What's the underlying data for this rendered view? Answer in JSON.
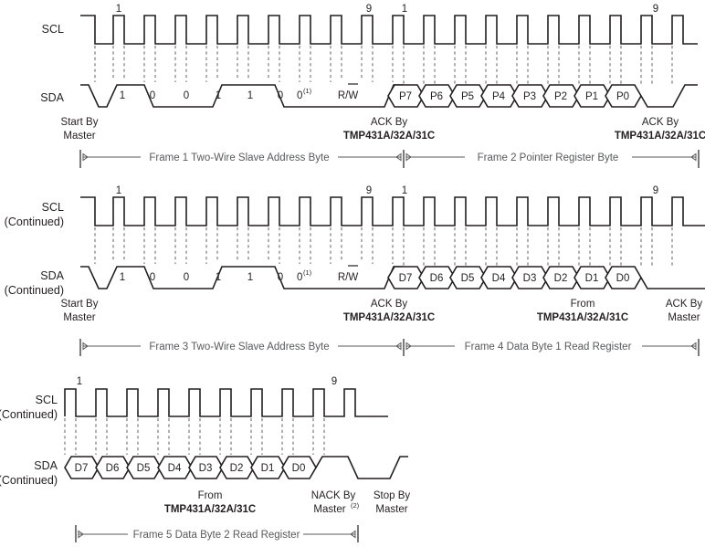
{
  "figure": {
    "type": "timing-diagram",
    "title": "",
    "signal_labels": {
      "scl": "SCL",
      "sda": "SDA",
      "continued": "(Continued)"
    },
    "clock_marks": {
      "first": "1",
      "ninth": "9"
    }
  },
  "sections": [
    {
      "id": "section-1",
      "scl_label": "SCL",
      "scl_sub": "",
      "sda_label": "SDA",
      "sda_sub": "",
      "bits": [
        "1",
        "0",
        "0",
        "1",
        "1",
        "0",
        "0",
        "R/W"
      ],
      "bit_last_sup": "(1)",
      "bit_rw": "R/W",
      "hex_bits": [
        "P7",
        "P6",
        "P5",
        "P4",
        "P3",
        "P2",
        "P1",
        "P0"
      ],
      "captions": [
        {
          "id": "start-by-master",
          "line1": "Start By",
          "line2": "Master",
          "bold2": false
        },
        {
          "id": "ack-by-device-1",
          "line1": "ACK By",
          "line2": "TMP431A/32A/31C",
          "bold2": true
        },
        {
          "id": "ack-by-device-2",
          "line1": "ACK By",
          "line2": "TMP431A/32A/31C",
          "bold2": true
        }
      ],
      "frames": [
        {
          "id": "frame-1",
          "label": "Frame 1 Two-Wire Slave Address Byte"
        },
        {
          "id": "frame-2",
          "label": "Frame 2 Pointer Register Byte"
        }
      ]
    },
    {
      "id": "section-2",
      "scl_label": "SCL",
      "scl_sub": "(Continued)",
      "sda_label": "SDA",
      "sda_sub": "(Continued)",
      "bits": [
        "1",
        "0",
        "0",
        "1",
        "1",
        "0",
        "0",
        "R/W"
      ],
      "bit_last_sup": "(1)",
      "bit_rw": "R/W",
      "hex_bits": [
        "D7",
        "D6",
        "D5",
        "D4",
        "D3",
        "D2",
        "D1",
        "D0"
      ],
      "captions": [
        {
          "id": "start-by-master",
          "line1": "Start By",
          "line2": "Master",
          "bold2": false
        },
        {
          "id": "ack-by-device-1",
          "line1": "ACK By",
          "line2": "TMP431A/32A/31C",
          "bold2": true
        },
        {
          "id": "from-device",
          "line1": "From",
          "line2": "TMP431A/32A/31C",
          "bold2": true
        },
        {
          "id": "ack-by-master",
          "line1": "ACK By",
          "line2": "Master",
          "bold2": false
        }
      ],
      "frames": [
        {
          "id": "frame-3",
          "label": "Frame 3 Two-Wire Slave Address Byte"
        },
        {
          "id": "frame-4",
          "label": "Frame 4 Data Byte 1 Read Register"
        }
      ]
    },
    {
      "id": "section-3",
      "scl_label": "SCL",
      "scl_sub": "(Continued)",
      "sda_label": "SDA",
      "sda_sub": "(Continued)",
      "hex_bits": [
        "D7",
        "D6",
        "D5",
        "D4",
        "D3",
        "D2",
        "D1",
        "D0"
      ],
      "captions": [
        {
          "id": "from-device",
          "line1": "From",
          "line2": "TMP431A/32A/31C",
          "bold2": true
        },
        {
          "id": "nack-by-master",
          "line1": "NACK By",
          "line2": "Master",
          "sup2": "(2)",
          "bold2": false
        },
        {
          "id": "stop-by-master",
          "line1": "Stop By",
          "line2": "Master",
          "bold2": false
        }
      ],
      "frames": [
        {
          "id": "frame-5",
          "label": "Frame 5 Data Byte 2 Read Register"
        }
      ]
    }
  ],
  "colors": {
    "signal": "#231f20",
    "dashed_guide": "#6d6e71",
    "frame_arrow": "#58595b",
    "background": "#ffffff"
  }
}
